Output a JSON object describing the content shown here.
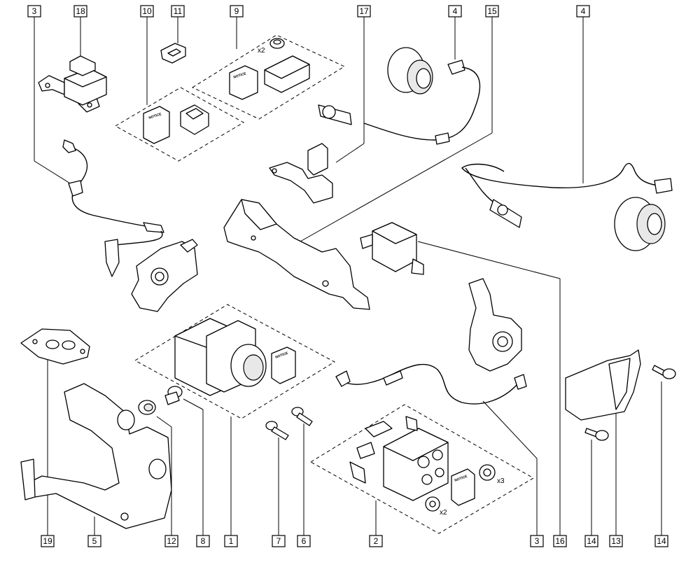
{
  "callouts": {
    "top": [
      "3",
      "18",
      "10",
      "11",
      "9",
      "17",
      "4",
      "15",
      "4"
    ],
    "bottom": [
      "19",
      "5",
      "12",
      "8",
      "1",
      "7",
      "6",
      "2",
      "3",
      "16",
      "14",
      "13",
      "14"
    ]
  },
  "quantity_labels": [
    "x2",
    "x3",
    "x2"
  ],
  "notice_label": "NOTICE"
}
